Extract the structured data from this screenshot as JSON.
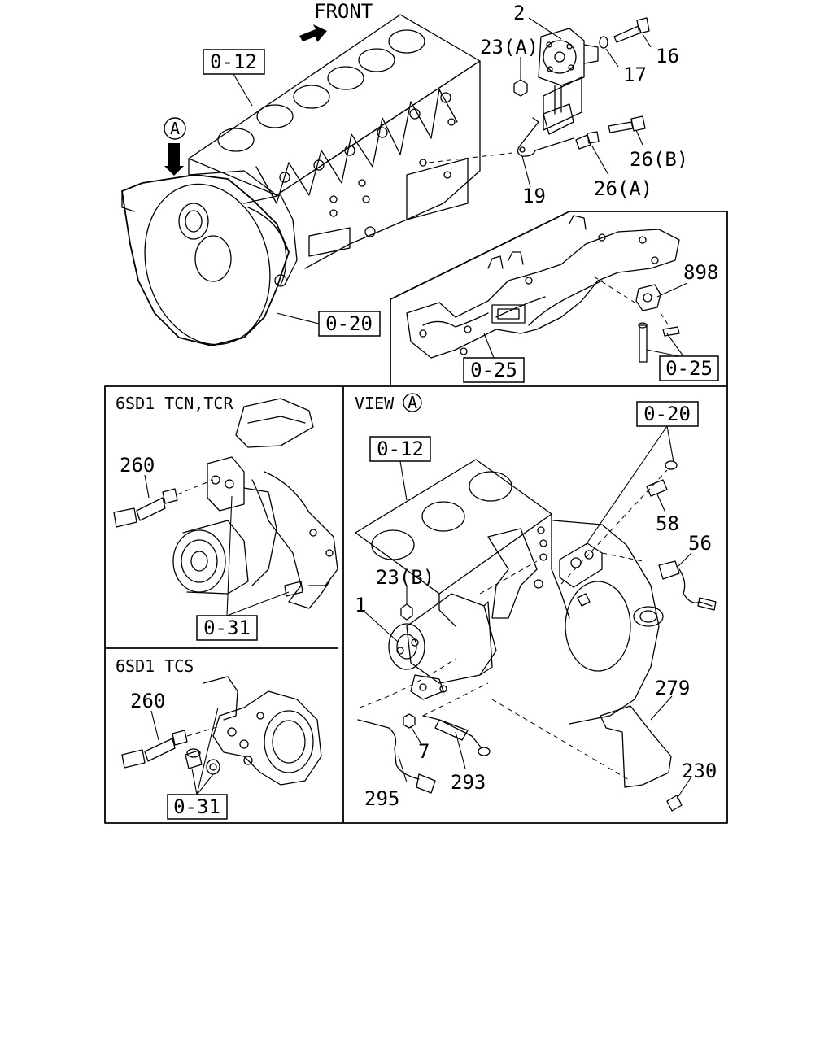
{
  "orientation": {
    "front_label": "FRONT",
    "view_marker": "A"
  },
  "panels": {
    "tcn_title": "6SD1 TCN,TCR",
    "tcs_title": "6SD1 TCS",
    "view_title_prefix": "VIEW",
    "view_title_marker": "A"
  },
  "references": {
    "block_top": "0-12",
    "flywheel_housing": "0-20",
    "manifold_main": "0-25",
    "manifold_right": "0-25",
    "tcn_water_pump": "0-31",
    "tcs_water_pump": "0-31",
    "view_housing": "0-20",
    "view_block": "0-12"
  },
  "callouts": {
    "p2": "2",
    "p23a": "23(A)",
    "p16": "16",
    "p17": "17",
    "p19": "19",
    "p26b": "26(B)",
    "p26a": "26(A)",
    "p898": "898",
    "p260_tcn": "260",
    "p260_tcs": "260",
    "p58": "58",
    "p56": "56",
    "p23b": "23(B)",
    "p1": "1",
    "p7": "7",
    "p293": "293",
    "p295": "295",
    "p279": "279",
    "p230": "230"
  }
}
